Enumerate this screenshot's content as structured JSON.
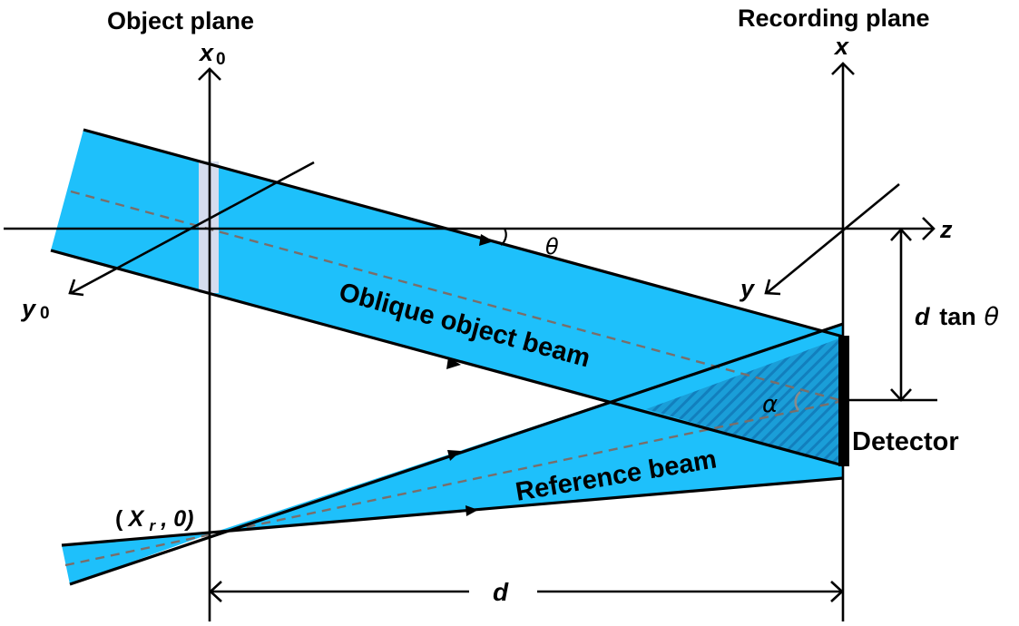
{
  "diagram": {
    "title_object_plane": "Object plane",
    "title_recording_plane": "Recording plane",
    "axes": {
      "x0": "x",
      "x0_sub": "0",
      "y0": "y",
      "y0_sub": "0",
      "x": "x",
      "y": "y",
      "z": "z"
    },
    "labels": {
      "theta": "θ",
      "alpha": "α",
      "d": "d",
      "d_tan_theta_d": "d",
      "d_tan_theta_tan": "tan",
      "d_tan_theta_theta": "θ",
      "reference_point_open": "(",
      "reference_point_X": "X",
      "reference_point_sub": "r",
      "reference_point_rest": " , 0)",
      "oblique_object_beam": "Oblique object beam",
      "reference_beam": "Reference beam",
      "detector": "Detector"
    },
    "colors": {
      "beam": "#1ec0fb",
      "overlap": "#1a9ed8",
      "overlap_hatch": "#127fbd",
      "object_slab": "#d5dcee",
      "center_ray": "#7a6e6a",
      "angle_arc": "#8a8a8a"
    }
  }
}
